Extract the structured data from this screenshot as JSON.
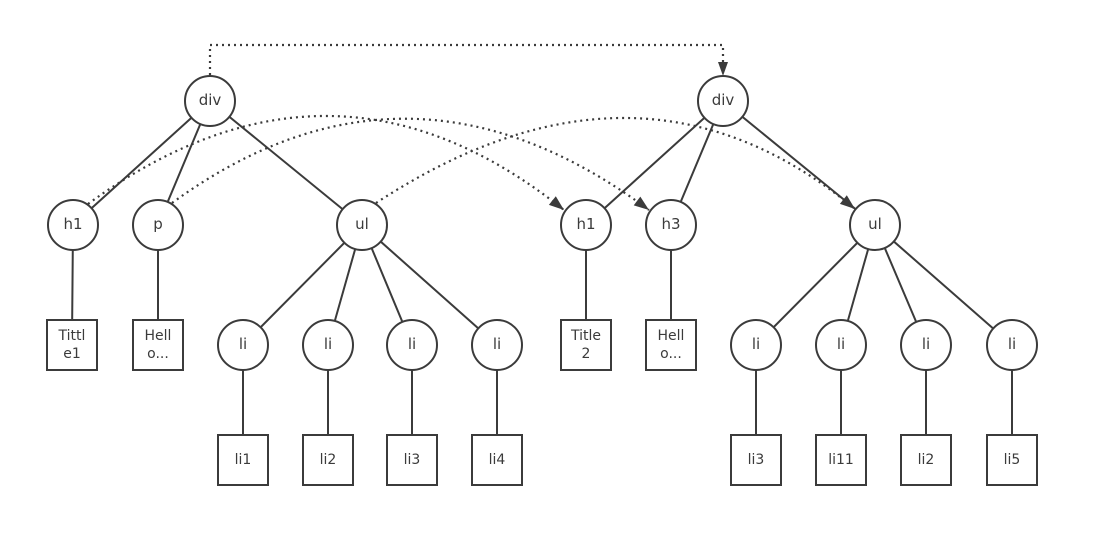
{
  "diagram": {
    "colors": {
      "line": "#3b3b3b",
      "background": "#ffffff"
    },
    "left_tree": {
      "div": "div",
      "h1": "h1",
      "p": "p",
      "ul": "ul",
      "li_nodes": [
        "li",
        "li",
        "li",
        "li"
      ],
      "h1_text": "Tittle1",
      "p_text": "Hello...",
      "li_texts": [
        "li1",
        "li2",
        "li3",
        "li4"
      ]
    },
    "right_tree": {
      "div": "div",
      "h1": "h1",
      "h3": "h3",
      "ul": "ul",
      "li_nodes": [
        "li",
        "li",
        "li",
        "li"
      ],
      "h1_text": "Title 2",
      "h3_text": "Hello...",
      "li_texts": [
        "li3",
        "li11",
        "li2",
        "li5"
      ]
    }
  }
}
